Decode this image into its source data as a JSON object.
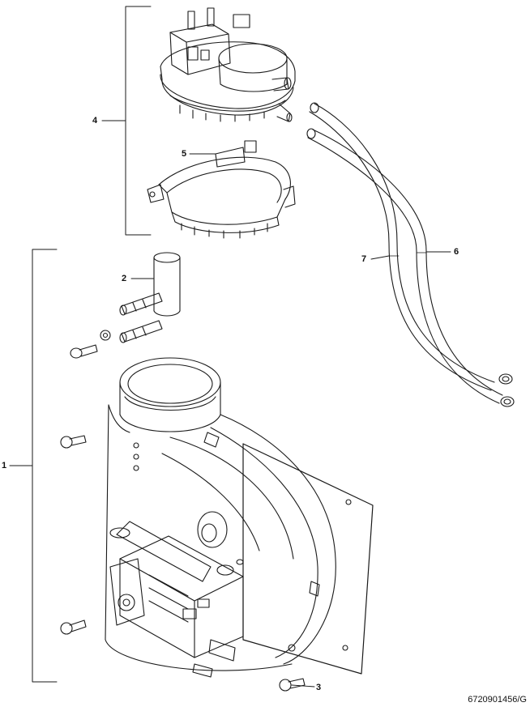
{
  "diagram": {
    "callouts": [
      {
        "id": "1",
        "label": "1"
      },
      {
        "id": "2",
        "label": "2"
      },
      {
        "id": "3",
        "label": "3"
      },
      {
        "id": "4",
        "label": "4"
      },
      {
        "id": "5",
        "label": "5"
      },
      {
        "id": "6",
        "label": "6"
      },
      {
        "id": "7",
        "label": "7"
      }
    ],
    "drawing_number": "6720901456/G"
  }
}
